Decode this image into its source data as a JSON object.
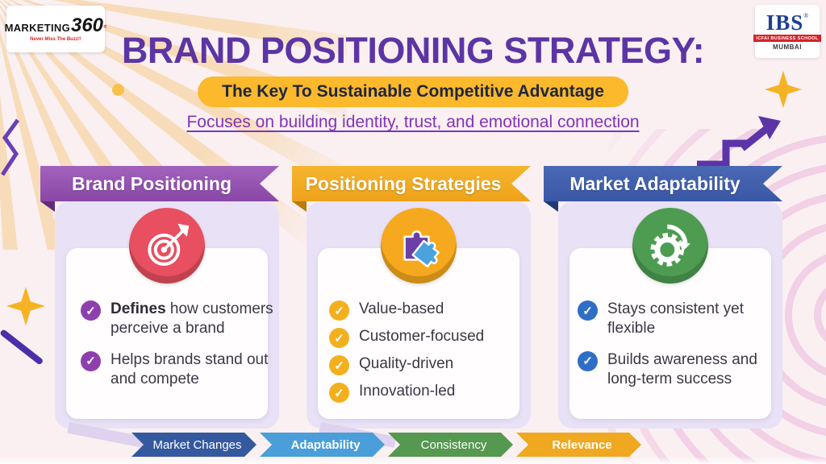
{
  "brand_logos": {
    "marketing360": {
      "word": "MARKETING",
      "number": "360",
      "degree_symbol": "°",
      "tagline": "Never Miss The Buzz!!"
    },
    "ibs": {
      "acronym": "IBS",
      "registered_mark": "®",
      "school": "ICFAI BUSINESS SCHOOL",
      "city": "MUMBAI"
    }
  },
  "header": {
    "title": "BRAND POSITIONING STRATEGY:",
    "subtitle": "The Key To Sustainable Competitive Advantage",
    "tagline": "Focuses on building identity, trust, and emotional connection"
  },
  "palette": {
    "title_purple": "#5c35a4",
    "subtitle_pill_yellow": "#fbb92b",
    "tagline_purple": "#8233b8",
    "background": "#faf0f2"
  },
  "columns": [
    {
      "header": "Brand Positioning",
      "icon": "target-icon",
      "ribbon_color": "#8947a6",
      "icon_circle_color": "#e84f60",
      "check_color": "#8e3fae",
      "bullets": [
        {
          "bold": "Defines",
          "rest": " how customers perceive a brand"
        },
        {
          "bold": "",
          "rest": "Helps brands stand out and compete"
        }
      ]
    },
    {
      "header": "Positioning Strategies",
      "icon": "puzzle-icon",
      "ribbon_color": "#eea21a",
      "icon_circle_color": "#f6a91e",
      "check_color": "#f3b01e",
      "bullets": [
        {
          "bold": "",
          "rest": "Value-based"
        },
        {
          "bold": "",
          "rest": "Customer-focused"
        },
        {
          "bold": "",
          "rest": "Quality-driven"
        },
        {
          "bold": "",
          "rest": "Innovation-led"
        }
      ]
    },
    {
      "header": "Market Adaptability",
      "icon": "gear-refresh-icon",
      "ribbon_color": "#3a57a5",
      "icon_circle_color": "#4d9c52",
      "check_color": "#2f6ec6",
      "bullets": [
        {
          "bold": "",
          "rest": "Stays consistent yet flexible"
        },
        {
          "bold": "",
          "rest": "Builds awareness and long-term success"
        }
      ]
    }
  ],
  "icons": {
    "check": "✓"
  },
  "flow_bar": {
    "steps": [
      {
        "label": "Market Changes",
        "color": "#34599e"
      },
      {
        "label": "Adaptability",
        "color": "#4a9ed9"
      },
      {
        "label": "Consistency",
        "color": "#55984f"
      },
      {
        "label": "Relevance",
        "color": "#f0a821"
      }
    ]
  }
}
